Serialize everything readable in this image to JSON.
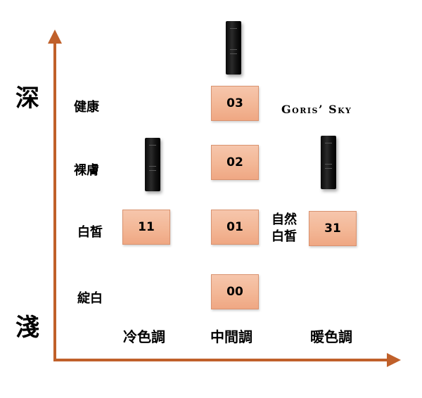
{
  "y_axis": {
    "top_label": "深",
    "bottom_label": "淺"
  },
  "rows": [
    "健康",
    "裸膚",
    "白皙",
    "綻白"
  ],
  "columns": [
    "冷色調",
    "中間調",
    "暖色調"
  ],
  "swatches": [
    "03",
    "02",
    "01",
    "00",
    "11",
    "31"
  ],
  "annotations": {
    "natural_fair": "自然\n白皙",
    "brand": "Goris’ Sky"
  },
  "colors": {
    "axis": "#c0602a",
    "swatch": "#f3b796",
    "bottle": "#111111"
  },
  "products": [
    "bottle-icon",
    "bottle-icon",
    "bottle-icon"
  ]
}
